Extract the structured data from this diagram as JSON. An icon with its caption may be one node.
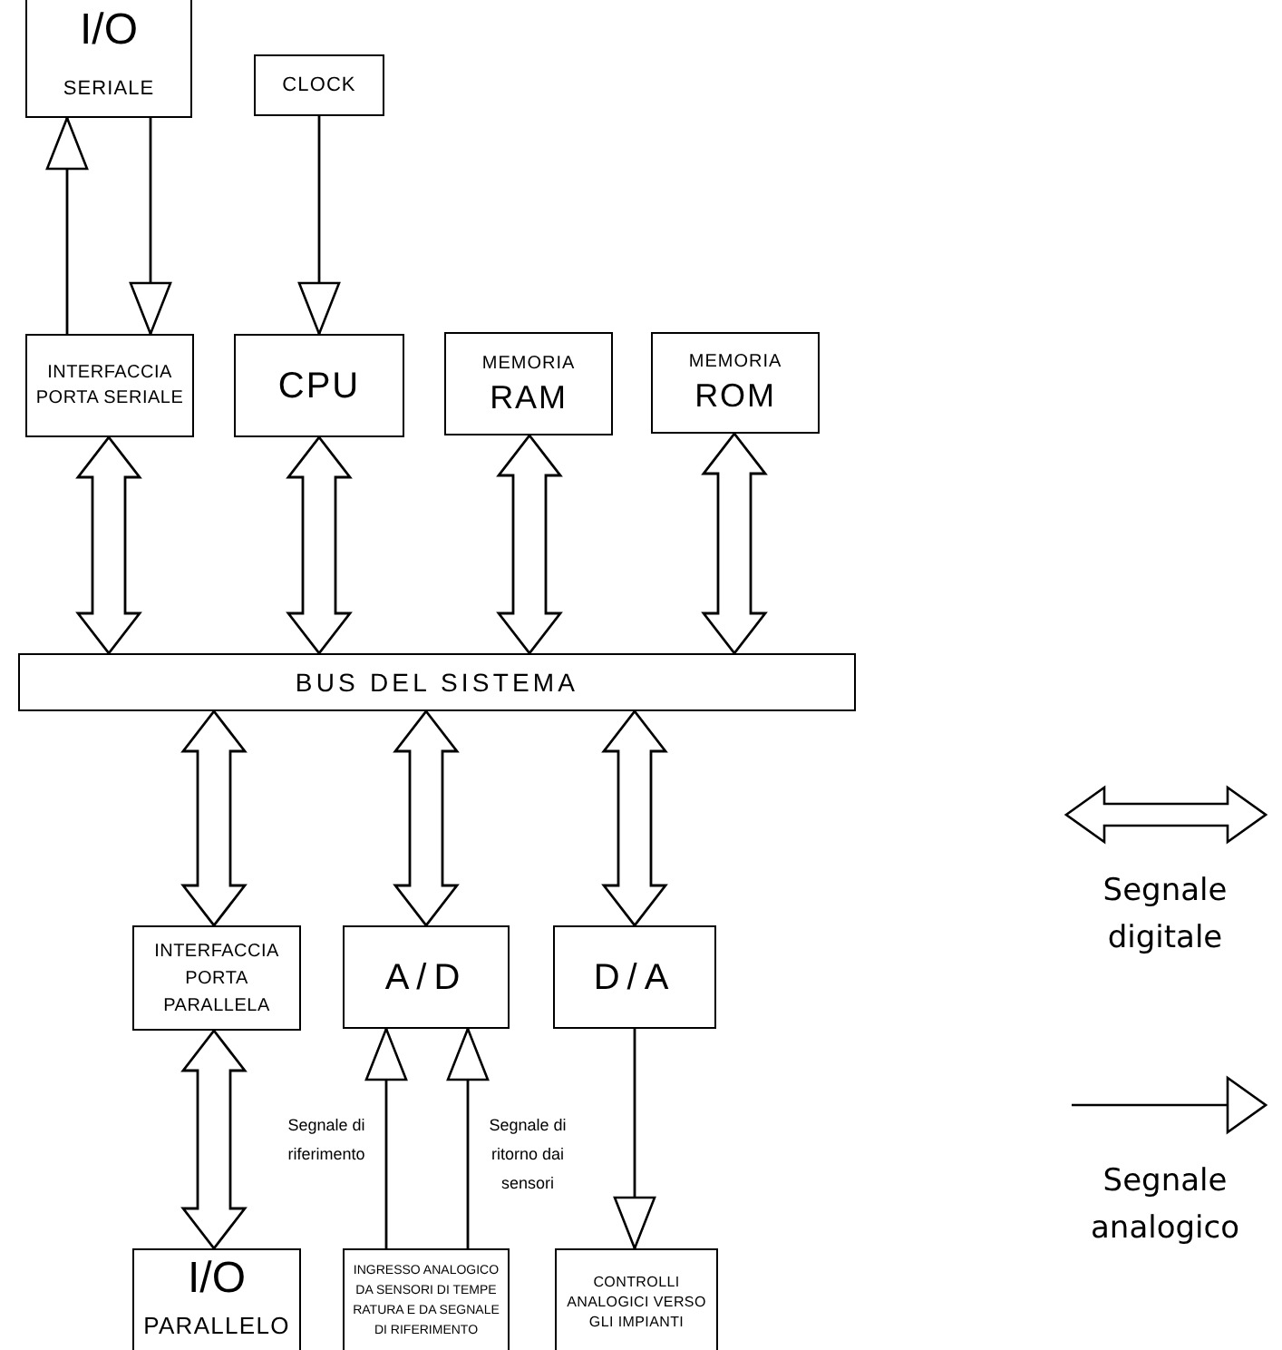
{
  "diagram": {
    "nodes": [
      {
        "text": [
          "I/O",
          "SERIALE"
        ]
      },
      {
        "text": [
          "CLOCK"
        ]
      },
      {
        "text": [
          "INTERFACCIA PORTA SERIALE"
        ]
      },
      {
        "text": [
          "CPU"
        ]
      },
      {
        "text": [
          "MEMORIA",
          "RAM"
        ]
      },
      {
        "text": [
          "MEMORIA",
          "ROM"
        ]
      },
      {
        "text": [
          "BUS DEL SISTEMA"
        ]
      },
      {
        "text": [
          "INTERFACCIA PORTA PARALLELA"
        ]
      },
      {
        "text": [
          "A/D"
        ]
      },
      {
        "text": [
          "D/A"
        ]
      },
      {
        "text": [
          "I/O",
          "PARALLELO"
        ]
      },
      {
        "text": [
          "INGRESSO ANALOGICO DA SENSORI DI TEMPE RATURA E DA SEGNALE DI RIFERIMENTO"
        ]
      },
      {
        "text": [
          "CONTROLLI ANALOGICI VERSO GLI IMPIANTI"
        ]
      }
    ],
    "edges": [
      {
        "from": 2,
        "to": 0,
        "arrow": "to"
      },
      {
        "from": 0,
        "to": 2,
        "arrow": "to"
      },
      {
        "from": 1,
        "to": 3,
        "arrow": "to"
      },
      {
        "from": 2,
        "to": 6,
        "arrow": "both",
        "style": "thick"
      },
      {
        "from": 3,
        "to": 6,
        "arrow": "both",
        "style": "thick"
      },
      {
        "from": 4,
        "to": 6,
        "arrow": "both",
        "style": "thick"
      },
      {
        "from": 5,
        "to": 6,
        "arrow": "both",
        "style": "thick"
      },
      {
        "from": 6,
        "to": 7,
        "arrow": "both",
        "style": "thick"
      },
      {
        "from": 6,
        "to": 8,
        "arrow": "both",
        "style": "thick"
      },
      {
        "from": 6,
        "to": 9,
        "arrow": "both",
        "style": "thick"
      },
      {
        "from": 7,
        "to": 10,
        "arrow": "both",
        "style": "thick"
      },
      {
        "from": 11,
        "to": 8,
        "arrow": "to",
        "label": "Segnale di riferimento"
      },
      {
        "from": 11,
        "to": 8,
        "arrow": "to",
        "label": "Segnale di ritorno dai sensori"
      },
      {
        "from": 9,
        "to": 12,
        "arrow": "to"
      }
    ],
    "legend": [
      {
        "text": "Segnale digitale"
      },
      {
        "text": "Segnale analogico"
      }
    ]
  }
}
